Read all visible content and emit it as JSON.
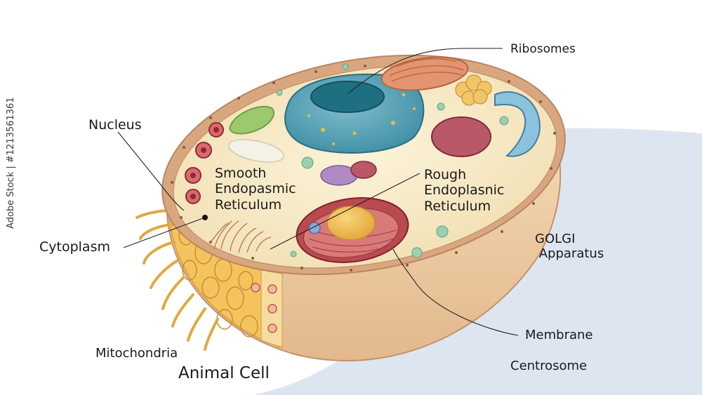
{
  "title": "Animal Cell",
  "labels": {
    "ribosomes": "Ribosomes",
    "nucleus": "Nucleus",
    "smooth_er": "Smooth\nEndopasmic\nReticulum",
    "rough_er": "Rough\nEndoplasnic\nReticulum",
    "cytoplasm": "Cytoplasm",
    "golgi": "GOLGI\n Apparatus",
    "mitochondria": "Mitochondria",
    "membrane": "Membrane",
    "centrosome": "Centrosome"
  },
  "watermark": "Adobe Stock | #1213561361",
  "colors": {
    "cytoplasm": "#f7ebc4",
    "membrane": "#d9a77f",
    "cell_body": "#eecfa4",
    "nucleus": "#3f8fa6",
    "nucleolus": "#1f6f82",
    "shadow": "#dde6f0"
  }
}
